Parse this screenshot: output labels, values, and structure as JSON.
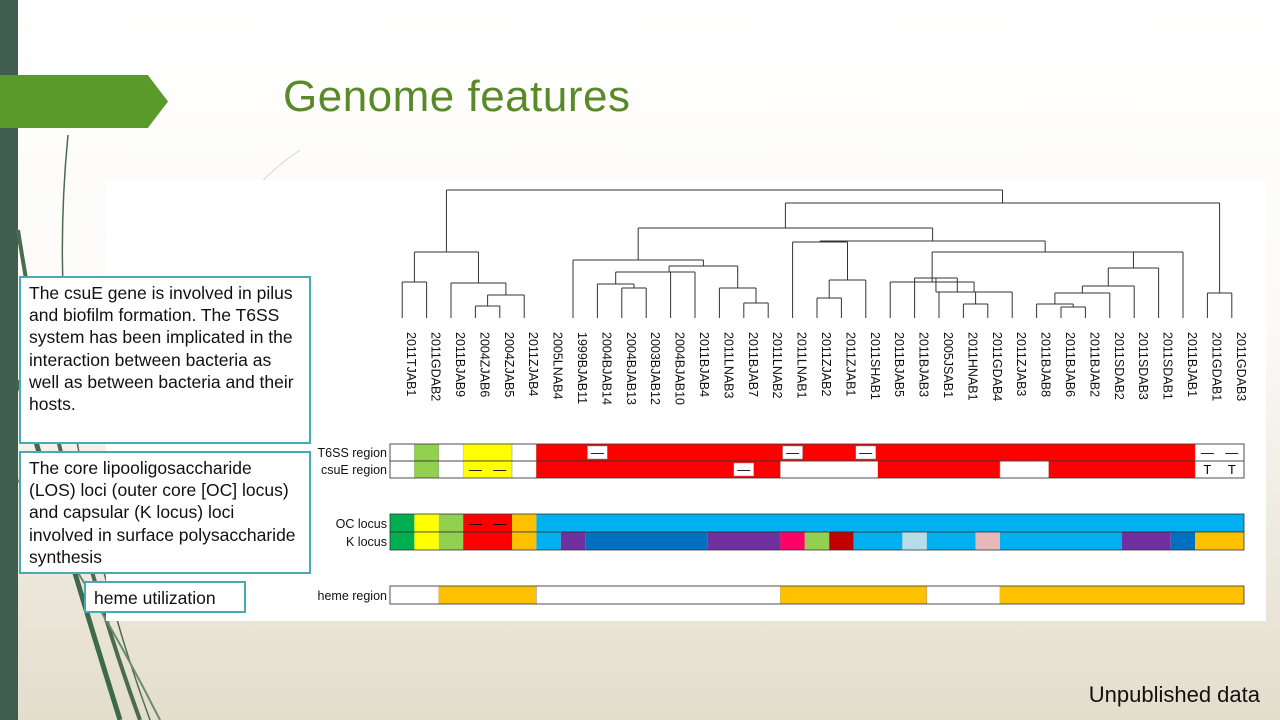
{
  "slide": {
    "title": "Genome features",
    "footer": "Unpublished data",
    "callouts": {
      "csue_t6ss": "The csuE gene is involved in pilus and biofilm formation. The T6SS system has been implicated in the interaction between bacteria as well as between bacteria and their hosts.",
      "los": "The core lipooligosaccharide (LOS) loci (outer core [OC] locus) and capsular (K locus) loci involved in surface polysaccharide synthesis",
      "heme": "heme utilization"
    }
  },
  "colors": {
    "red": "#ff0000",
    "yellow": "#ffff00",
    "green": "#92d050",
    "dkgreen": "#00b050",
    "orange": "#ffc000",
    "cyan": "#00b0f0",
    "blue": "#0070c0",
    "purple": "#7030a0",
    "pink": "#ff0066",
    "dkred": "#c00000",
    "ltblue": "#b7dee8",
    "rose": "#e6b9b8",
    "white": "#ffffff"
  },
  "strains": [
    "2011TJAB1",
    "2011GDAB2",
    "2011BJAB9",
    "2004ZJAB6",
    "2004ZJAB5",
    "2011ZJAB4",
    "2005LNAB4",
    "1999BJAB11",
    "2004BJAB14",
    "2004BJAB13",
    "2003BJAB12",
    "2004BJAB10",
    "2011BJAB4",
    "2011LNAB3",
    "2011BJAB7",
    "2011LNAB2",
    "2011LNAB1",
    "2011ZJAB2",
    "2011ZJAB1",
    "2011SHAB1",
    "2011BJAB5",
    "2011BJAB3",
    "2005JSAB1",
    "2011HNAB1",
    "2011GDAB4",
    "2011ZJAB3",
    "2011BJAB8",
    "2011BJAB6",
    "2011BJAB2",
    "2011SDAB2",
    "2011SDAB3",
    "2011SDAB1",
    "2011BJAB1",
    "2011GDAB1",
    "2011GDAB3"
  ],
  "tracks": {
    "t6ss": {
      "label": "T6SS region",
      "segments": [
        [
          0,
          1,
          "white"
        ],
        [
          1,
          2,
          "green"
        ],
        [
          2,
          3,
          "white"
        ],
        [
          3,
          5,
          "yellow"
        ],
        [
          5,
          6,
          "white"
        ],
        [
          6,
          33,
          "red"
        ],
        [
          33,
          35,
          "white"
        ]
      ],
      "marks": [
        {
          "i": 8,
          "t": "—",
          "bg": "white"
        },
        {
          "i": 16,
          "t": "—",
          "bg": "white"
        },
        {
          "i": 19,
          "t": "—",
          "bg": "white"
        },
        {
          "i": 33,
          "t": "—"
        },
        {
          "i": 34,
          "t": "—"
        }
      ]
    },
    "csue": {
      "label": "csuE region",
      "segments": [
        [
          0,
          1,
          "white"
        ],
        [
          1,
          2,
          "green"
        ],
        [
          2,
          3,
          "white"
        ],
        [
          3,
          5,
          "yellow"
        ],
        [
          5,
          6,
          "white"
        ],
        [
          6,
          16,
          "red"
        ],
        [
          16,
          20,
          "white"
        ],
        [
          20,
          25,
          "red"
        ],
        [
          25,
          27,
          "white"
        ],
        [
          27,
          33,
          "red"
        ],
        [
          33,
          35,
          "white"
        ]
      ],
      "marks": [
        {
          "i": 3,
          "t": "—"
        },
        {
          "i": 4,
          "t": "—"
        },
        {
          "i": 14,
          "t": "—",
          "bg": "white"
        },
        {
          "i": 33,
          "t": "T"
        },
        {
          "i": 34,
          "t": "T"
        }
      ]
    },
    "oc": {
      "label": "OC locus",
      "segments": [
        [
          0,
          1,
          "dkgreen"
        ],
        [
          1,
          2,
          "yellow"
        ],
        [
          2,
          3,
          "green"
        ],
        [
          3,
          5,
          "red"
        ],
        [
          5,
          6,
          "orange"
        ],
        [
          6,
          35,
          "cyan"
        ]
      ],
      "marks": [
        {
          "i": 3,
          "t": "—"
        },
        {
          "i": 4,
          "t": "—"
        }
      ]
    },
    "k": {
      "label": "K locus",
      "segments": [
        [
          0,
          1,
          "dkgreen"
        ],
        [
          1,
          2,
          "yellow"
        ],
        [
          2,
          3,
          "green"
        ],
        [
          3,
          5,
          "red"
        ],
        [
          5,
          6,
          "orange"
        ],
        [
          6,
          7,
          "cyan"
        ],
        [
          7,
          8,
          "purple"
        ],
        [
          8,
          13,
          "blue"
        ],
        [
          13,
          16,
          "purple"
        ],
        [
          16,
          17,
          "pink"
        ],
        [
          17,
          18,
          "green"
        ],
        [
          18,
          19,
          "dkred"
        ],
        [
          19,
          21,
          "cyan"
        ],
        [
          21,
          22,
          "ltblue"
        ],
        [
          22,
          24,
          "cyan"
        ],
        [
          24,
          25,
          "rose"
        ],
        [
          25,
          30,
          "cyan"
        ],
        [
          30,
          32,
          "purple"
        ],
        [
          32,
          33,
          "blue"
        ],
        [
          33,
          35,
          "orange"
        ]
      ],
      "marks": []
    },
    "heme": {
      "label": "heme region",
      "segments": [
        [
          0,
          2,
          "white"
        ],
        [
          2,
          6,
          "orange"
        ],
        [
          6,
          16,
          "white"
        ],
        [
          16,
          22,
          "orange"
        ],
        [
          22,
          25,
          "white"
        ],
        [
          25,
          35,
          "orange"
        ]
      ],
      "marks": []
    }
  }
}
